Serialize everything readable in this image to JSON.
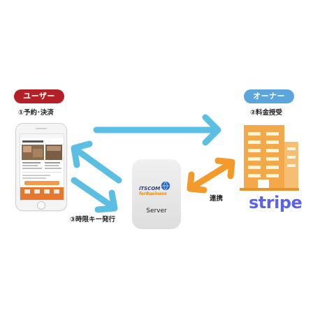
{
  "roles": {
    "user_label": "ユーザー",
    "owner_label": "オーナー"
  },
  "steps": {
    "reserve_pay": "①予約･決済",
    "receive_fee": "②料金授受",
    "issue_key": "③時限キー発行",
    "link": "連携"
  },
  "server": {
    "logo_line1": "iTSCOM",
    "logo_line2": "forBusiness",
    "label": "Server"
  },
  "stripe": {
    "wordmark": "stripe"
  },
  "colors": {
    "user_pill": "#b32127",
    "owner_pill": "#5aa6dc",
    "blue_arrow": "#5bbfe3",
    "orange_arrow": "#f39a2b",
    "stripe": "#5b63e8",
    "building": "#f3a84a"
  }
}
